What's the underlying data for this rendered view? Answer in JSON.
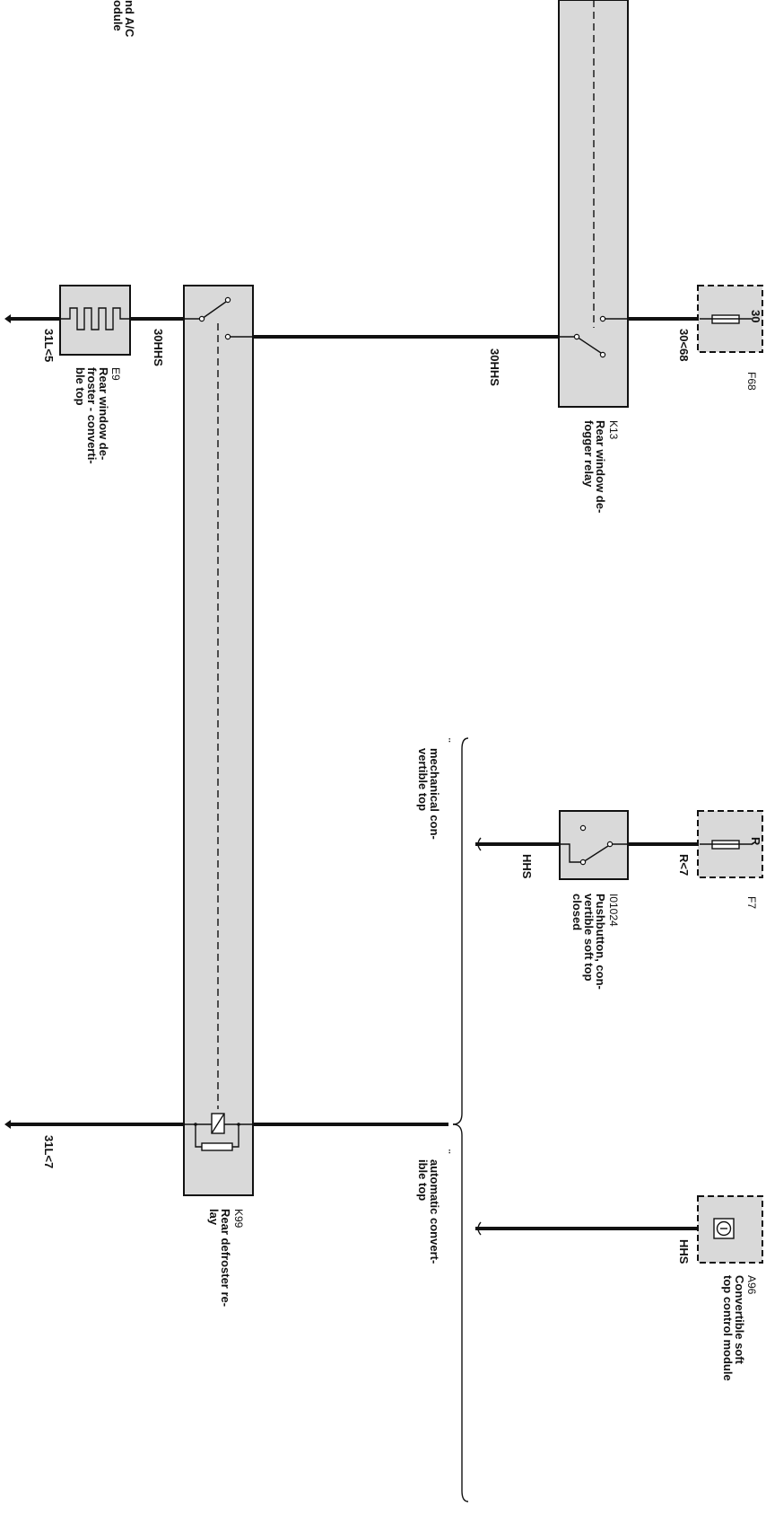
{
  "cropped_label": {
    "line1": "nd A/C",
    "line2": "odule"
  },
  "components": {
    "f68": {
      "id": "F68",
      "pin": "30"
    },
    "k13": {
      "id": "K13",
      "line1": "Rear window de-",
      "line2": "fogger relay"
    },
    "e9": {
      "id": "E9",
      "line1": "Rear window de-",
      "line2": "froster - converti-",
      "line3": "ble top"
    },
    "k99": {
      "id": "K99",
      "line1": "Rear defroster re-",
      "line2": "lay"
    },
    "f7": {
      "id": "F7",
      "pin": "R"
    },
    "i01024": {
      "id": "I01024",
      "line1": "Pushbutton, con-",
      "line2": "vertible soft top",
      "line3": "closed"
    },
    "a96": {
      "id": "A96",
      "line1": "Convertible soft",
      "line2": "top control module"
    }
  },
  "wires": {
    "w_30_68": "30<68",
    "w_30hhs_main": "30HHS",
    "w_30hhs_e9": "30HHS",
    "w_31l5": "31L<5",
    "w_r7": "R<7",
    "w_hhs_f7": "HHS",
    "w_hhs_a96": "HHS",
    "w_31l7": "31L<7"
  },
  "variants": {
    "mechanical": {
      "mark": "¨",
      "line1": "mechanical con-",
      "line2": "vertible top"
    },
    "automatic": {
      "mark": "¨",
      "line1": "automatic convert-",
      "line2": "ible top"
    }
  }
}
